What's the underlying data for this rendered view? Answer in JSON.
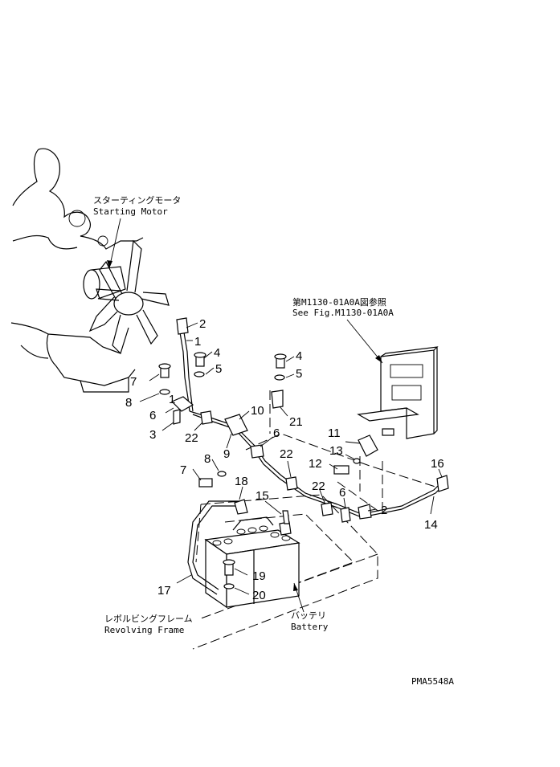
{
  "labels": {
    "starting_motor_jp": "スターティングモータ",
    "starting_motor_en": "Starting Motor",
    "see_fig_jp": "第M1130-01A0A図参照",
    "see_fig_en": "See Fig.M1130-01A0A",
    "revolving_frame_jp": "レボルビングフレーム",
    "revolving_frame_en": "Revolving Frame",
    "battery_jp": "バッテリ",
    "battery_en": "Battery",
    "figure_id": "PMA5548A"
  },
  "callouts": {
    "c2a": "2",
    "c1a": "1",
    "c4a": "4",
    "c5a": "5",
    "c7a": "7",
    "c8a": "8",
    "c6a": "6",
    "c1b": "1",
    "c3": "3",
    "c22a": "22",
    "c9": "9",
    "c10": "10",
    "c4b": "4",
    "c5b": "5",
    "c21": "21",
    "c6b": "6",
    "c7b": "7",
    "c8b": "8",
    "c22b": "22",
    "c11": "11",
    "c13": "13",
    "c12": "12",
    "c16": "16",
    "c18": "18",
    "c15": "15",
    "c22c": "22",
    "c6c": "6",
    "c2b": "2",
    "c14": "14",
    "c19": "19",
    "c17": "17",
    "c20": "20"
  }
}
